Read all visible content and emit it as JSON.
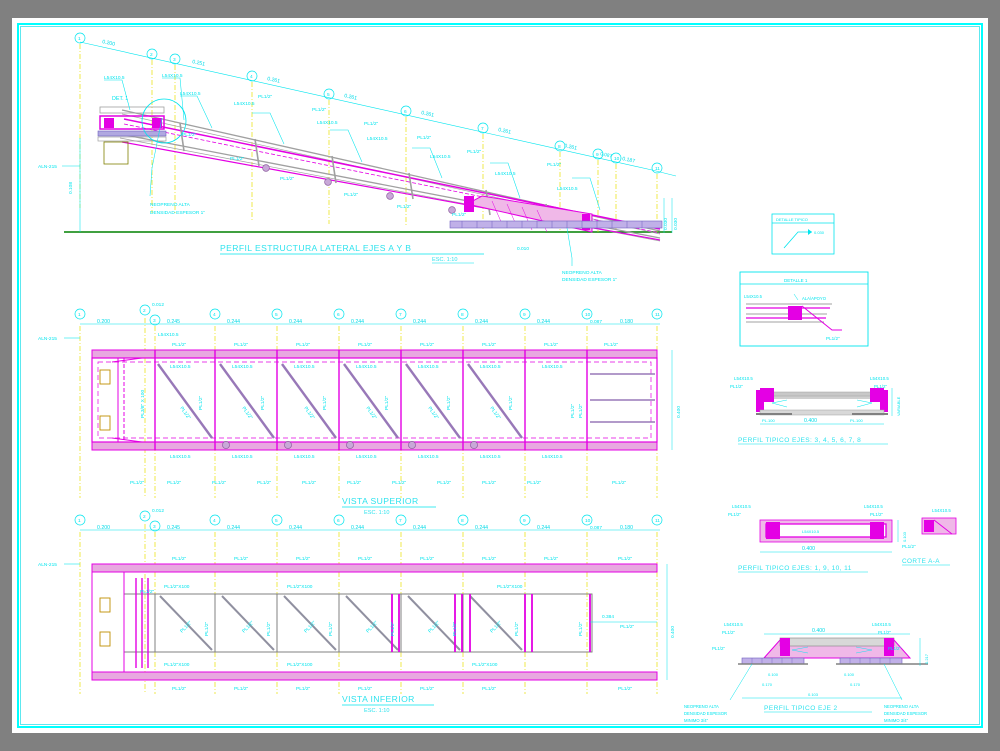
{
  "drawing": {
    "background_color": "#808080",
    "paper_color": "#ffffff",
    "frame_color": "#00e5ee",
    "magenta": "#e400e4",
    "pink": "#f0b8e8",
    "gray": "#a0a0a0",
    "yellow": "#e8e000",
    "green": "#008000"
  },
  "views": {
    "profile": {
      "title": "PERFIL ESTRUCTURA LATERAL EJES A Y B",
      "scale": "ESC. 1:10",
      "left_label": "ALN-215",
      "detail_callout": "DET. 1",
      "notes": [
        "NEOPRENO ALTA",
        "DENSIDAD ESPESOR 1\""
      ],
      "note2": [
        "NEOPRENO ALTA",
        "DENSIDAD ESPESOR 1\""
      ],
      "top_dims": [
        "0.200",
        "0.251",
        "0.261",
        "0.261",
        "0.261",
        "0.261",
        "0.261",
        "0.087",
        "0.187"
      ],
      "grid_bubbles": [
        "1",
        "2",
        "3",
        "4",
        "5",
        "6",
        "7",
        "8",
        "9",
        "10",
        "11"
      ],
      "member_labels": [
        "L54X10.5",
        "L54X10.5",
        "L54X10.5",
        "L54X10.5",
        "L54X10.5",
        "L54X10.5",
        "L54X10.5",
        "L54X10.5",
        "L54X10.5"
      ],
      "plate_labels": [
        "PL1/2\"",
        "PL1/2\"",
        "PL1/2\"",
        "PL1/2\"",
        "PL1/2\"",
        "PL1/2\"",
        "PL1/2\"",
        "PL1/2\"",
        "PL1/2\""
      ],
      "right_dims": [
        "0.010",
        "0.030",
        "0.030"
      ],
      "side_dim": "0.108"
    },
    "superior": {
      "title": "VISTA SUPERIOR",
      "scale": "ESC. 1:10",
      "left_label": "ALN-215",
      "top_dims": [
        "0.200",
        "0.245",
        "0.244",
        "0.244",
        "0.244",
        "0.244",
        "0.244",
        "0.244",
        "0.087",
        "0.180"
      ],
      "extra_dim": "0.012",
      "grid_bubbles": [
        "1",
        "2",
        "3",
        "4",
        "5",
        "6",
        "7",
        "8",
        "9",
        "10",
        "11"
      ],
      "member_label": "L54X10.5",
      "plate_label": "PL1/2\"",
      "brace_label": "PL1/2\"",
      "right_dim": "0.400",
      "left_note": "PL3/8\" X 100"
    },
    "inferior": {
      "title": "VISTA INFERIOR",
      "scale": "ESC. 1:10",
      "left_label": "ALN-215",
      "top_dims": [
        "0.200",
        "0.245",
        "0.244",
        "0.244",
        "0.244",
        "0.244",
        "0.244",
        "0.244",
        "0.087",
        "0.180"
      ],
      "extra_dim": "0.012",
      "grid_bubbles": [
        "1",
        "2",
        "3",
        "4",
        "5",
        "6",
        "7",
        "8",
        "9",
        "10",
        "11"
      ],
      "plate_label": "PL1/2\"",
      "strip_label": "PL1/2\"X100",
      "brace_label": "PL1/2\"",
      "right_dims": [
        "0.384",
        "0.400"
      ],
      "left_note": "PL1/2\"X100"
    }
  },
  "details": {
    "box1": {
      "title": "DETALLE TIPICO",
      "label": "0.030"
    },
    "box2": {
      "title": "DETALLE 1",
      "labels": [
        "L54X10.5",
        "ALA/APOYO",
        "PL1/2\""
      ]
    },
    "perfil_tipico_a": {
      "title": "PERFIL TIPICO EJES: 3, 4, 5, 6, 7, 8",
      "labels": [
        "L54X10.5",
        "PL1/2\"",
        "L54X10.5",
        "PL1/2\"",
        "PL.100",
        "PL.100",
        "VARIABLE"
      ],
      "dim": "0.400"
    },
    "perfil_tipico_b": {
      "title": "PERFIL TIPICO EJES: 1, 9, 10, 11",
      "labels": [
        "L54X10.5",
        "PL1/2\"",
        "L54X10.5",
        "PL1/2\"",
        "L54X10.5"
      ],
      "dim": "0.400",
      "side_dim": "0.103"
    },
    "corte_aa": {
      "title": "CORTE A-A",
      "labels": [
        "L54X10.5",
        "PL1/2\""
      ]
    },
    "perfil_tipico_eje2": {
      "title": "PERFIL TIPICO EJE 2",
      "labels": [
        "L54X10.5",
        "PL1/2\"",
        "PL1/2\"",
        "L54X10.5",
        "PL1/2\"",
        "PL1/2\""
      ],
      "dims": [
        "0.400",
        "0.100",
        "0.100",
        "0.170",
        "0.170",
        "0.103",
        "0.217"
      ],
      "notes_left": [
        "NEOPRENO ALTA",
        "DENSIDAD ESPESOR",
        "MINIMO 3/4\""
      ],
      "notes_right": [
        "NEOPRENO ALTA",
        "DENSIDAD ESPESOR",
        "MINIMO 3/4\""
      ]
    }
  }
}
